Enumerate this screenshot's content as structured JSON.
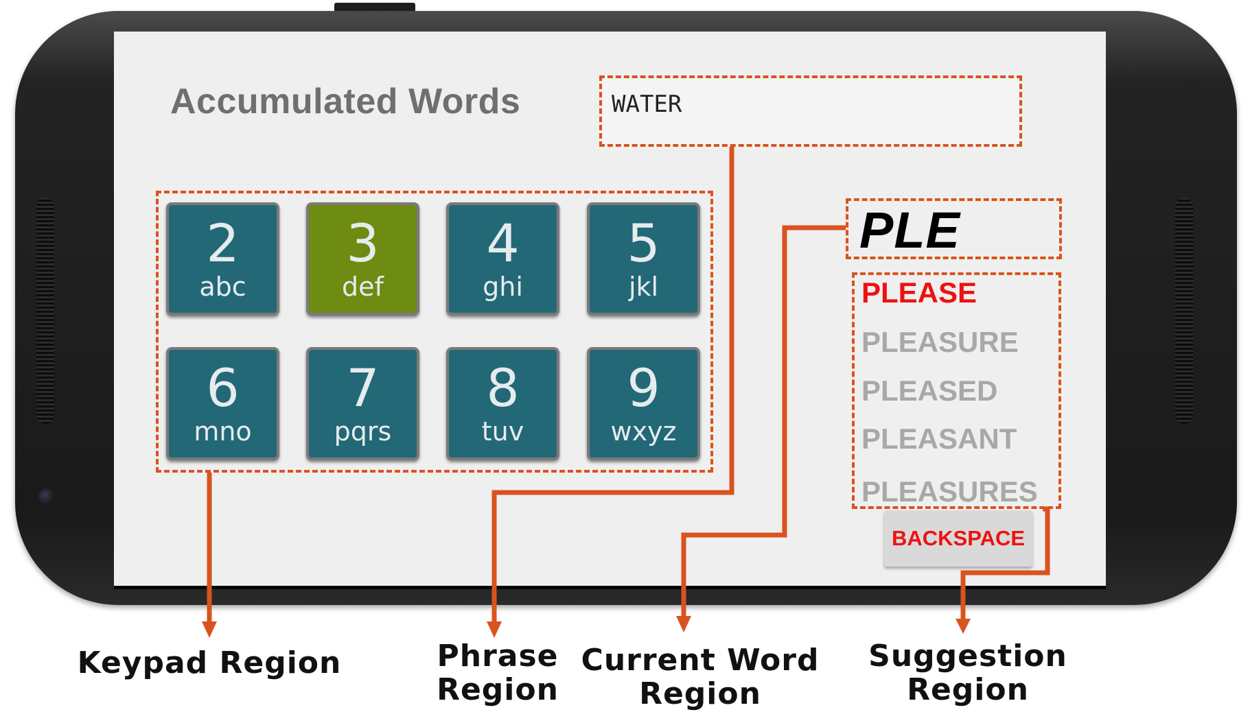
{
  "app": {
    "title": "Accumulated Words",
    "phrase": "WATER",
    "current_word": "PLE"
  },
  "keypad": [
    {
      "digit": "2",
      "letters": "abc",
      "active": false
    },
    {
      "digit": "3",
      "letters": "def",
      "active": true
    },
    {
      "digit": "4",
      "letters": "ghi",
      "active": false
    },
    {
      "digit": "5",
      "letters": "jkl",
      "active": false
    },
    {
      "digit": "6",
      "letters": "mno",
      "active": false
    },
    {
      "digit": "7",
      "letters": "pqrs",
      "active": false
    },
    {
      "digit": "8",
      "letters": "tuv",
      "active": false
    },
    {
      "digit": "9",
      "letters": "wxyz",
      "active": false
    }
  ],
  "suggestions": [
    "PLEASE",
    "PLEASURE",
    "PLEASED",
    "PLEASANT",
    "PLEASURES"
  ],
  "backspace_label": "BACKSPACE",
  "region_labels": {
    "keypad": "Keypad Region",
    "phrase": "Phrase\nRegion",
    "current_word": "Current Word\nRegion",
    "suggestion": "Suggestion\nRegion"
  },
  "colors": {
    "annotation": "#d9531e",
    "key": "#236877",
    "key_active": "#6e8b12",
    "selected_suggestion": "#ee1111",
    "suggestion": "#a8a8a8"
  }
}
